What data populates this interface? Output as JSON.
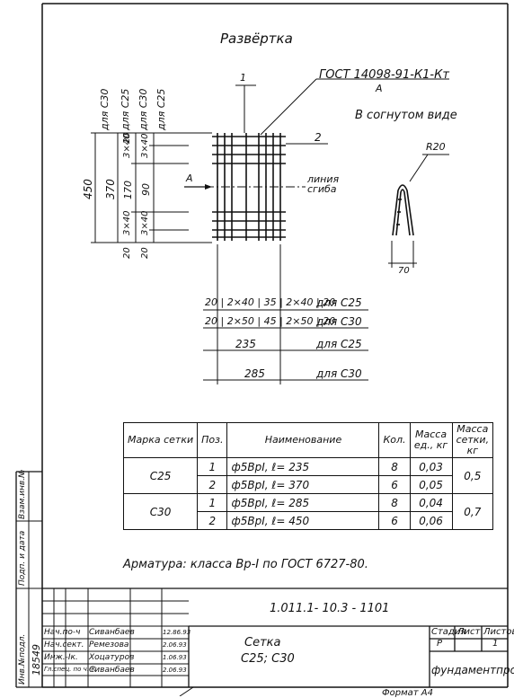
{
  "drawing": {
    "title": "Развёртка",
    "gost_callout": "ГОСТ 14098-91-К1-Кт",
    "callout_a": "А",
    "bent_view_label": "В согнутом виде",
    "leader_1": "1",
    "leader_2": "2",
    "bend_line_label_1": "линия",
    "bend_line_label_2": "сгиба",
    "arrow_a_label": "А",
    "radius_label": "R20",
    "width_70": "70",
    "vert_dims": {
      "d450": "450",
      "d370": "370",
      "d170": "170",
      "d90": "90",
      "d3x40_top": "3×40",
      "d3x40_top_b": "3×40",
      "d3x40_bot": "3×40",
      "d3x40_bot_b": "3×40",
      "d20_top": "20",
      "d20_bot": "20",
      "d20_bot_b": "20",
      "for_c30_a": "для С30",
      "for_c25_a": "для С25",
      "for_c30_b": "для С30",
      "for_c25_b": "для С25"
    },
    "horiz_dims": {
      "row1": "20 | 2×40 | 35 | 2×40 | 20",
      "row1_note": "для С25",
      "row2": "20 | 2×50 | 45 | 2×50 | 20",
      "row2_note": "для С30",
      "row3": "235",
      "row3_note": "для С25",
      "row4": "285",
      "row4_note": "для С30"
    }
  },
  "spec_table": {
    "headers": [
      "Марка сетки",
      "Поз.",
      "Наименование",
      "Кол.",
      "Масса ед., кг",
      "Масса сетки, кг"
    ],
    "rows": [
      {
        "mark": "С25",
        "pos": "1",
        "name": "ф5ВрI, ℓ= 235",
        "qty": "8",
        "mass": "0,03",
        "total": "0,5"
      },
      {
        "mark": "",
        "pos": "2",
        "name": "ф5ВрI, ℓ= 370",
        "qty": "6",
        "mass": "0,05",
        "total": ""
      },
      {
        "mark": "С30",
        "pos": "1",
        "name": "ф5ВрI, ℓ= 285",
        "qty": "8",
        "mass": "0,04",
        "total": "0,7"
      },
      {
        "mark": "",
        "pos": "2",
        "name": "ф5ВрI, ℓ= 450",
        "qty": "6",
        "mass": "0,06",
        "total": ""
      }
    ]
  },
  "note": "Арматура: класса Вр-I по ГОСТ 6727-80.",
  "title_block": {
    "code": "1.011.1- 10.3 - 1101",
    "name_1": "Сетка",
    "name_2": "С25; С30",
    "stage_h": "Стадия",
    "sheet_h": "Лист",
    "sheets_h": "Листов",
    "stage": "Р",
    "sheets": "1",
    "org": "фундаментпроект",
    "staff": [
      {
        "role": "Нач.по-ч",
        "name": "Сиванбаев",
        "date": "12.86.93"
      },
      {
        "role": "Нач.сект.",
        "name": "Ремезова",
        "date": "2.06.93"
      },
      {
        "role": "Инж.-Iк.",
        "name": "Хоцатуров",
        "date": "1.06.93"
      },
      {
        "role": "Гл.спец. по ч.-К",
        "name": "Сиванбаев",
        "date": "2.06.93"
      }
    ],
    "side_labels": [
      "Взам.инв.№",
      "Подп. и дата",
      "Инв.№подл.",
      "18549"
    ]
  },
  "format": "Формат А4"
}
